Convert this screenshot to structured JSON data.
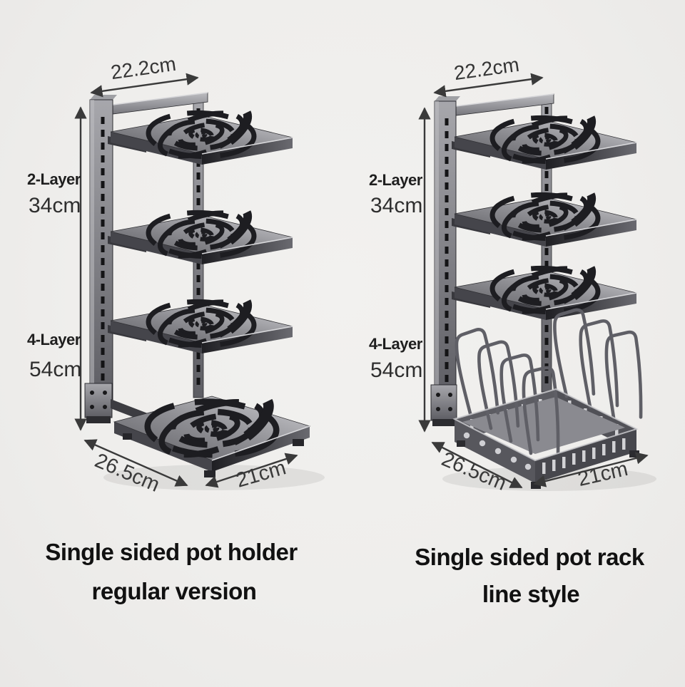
{
  "image_title": "Pot rack size comparison",
  "colors": {
    "background": "#efeeec",
    "dimension_text": "#3a3a3a",
    "caption_text": "#111111",
    "steel_light": "#a8a8ad",
    "steel_dark": "#3a3a3f",
    "arrow": "#3a3a3a"
  },
  "products": [
    {
      "name": "regular",
      "caption": [
        "Single sided pot holder",
        "regular version"
      ],
      "dimensions": {
        "top_width": "22.2cm",
        "two_layer_label": "2-Layer",
        "two_layer_height": "34cm",
        "four_layer_label": "4-Layer",
        "four_layer_height": "54cm",
        "depth": "26.5cm",
        "bottom_width": "21cm"
      }
    },
    {
      "name": "line-style",
      "caption": [
        "Single sided pot rack",
        "line style"
      ],
      "dimensions": {
        "top_width": "22.2cm",
        "two_layer_label": "2-Layer",
        "two_layer_height": "34cm",
        "four_layer_label": "4-Layer",
        "four_layer_height": "54cm",
        "depth": "26.5cm",
        "bottom_width": "21cm"
      }
    }
  ]
}
